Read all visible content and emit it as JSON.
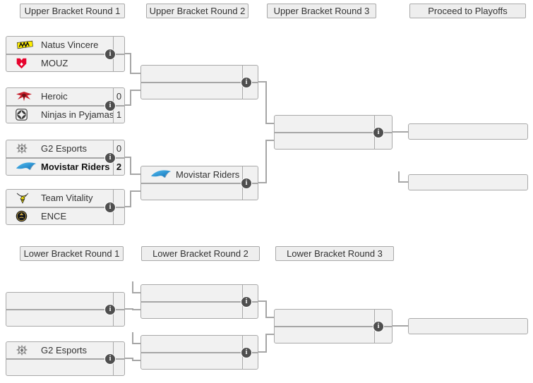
{
  "colors": {
    "background": "#ffffff",
    "box_bg": "#f1f1f1",
    "box_border": "#a9a9a9",
    "connector": "#a6a6a6",
    "header_bg": "#eeeeee",
    "text": "#333333",
    "info_icon_bg": "#4f4f4f",
    "navi_yellow": "#ffee00",
    "mouz_red": "#e6032d",
    "heroic_red": "#c7202c",
    "movistar_blue": "#1d87cc",
    "vitality_yellow": "#ffe900",
    "ence_gold": "#caa53f"
  },
  "icons": {
    "info_glyph": "i"
  },
  "upper_headers": [
    {
      "label": "Upper Bracket Round 1"
    },
    {
      "label": "Upper Bracket Round 2"
    },
    {
      "label": "Upper Bracket Round 3"
    },
    {
      "label": "Proceed to Playoffs"
    }
  ],
  "lower_headers": [
    {
      "label": "Lower Bracket Round 1"
    },
    {
      "label": "Lower Bracket Round 2"
    },
    {
      "label": "Lower Bracket Round 3"
    }
  ],
  "upper_bracket": {
    "round1": [
      {
        "top": {
          "team": "Natus Vincere",
          "score": "",
          "logo": "natus-vincere"
        },
        "bottom": {
          "team": "MOUZ",
          "score": "",
          "logo": "mouz"
        }
      },
      {
        "top": {
          "team": "Heroic",
          "score": "0",
          "logo": "heroic"
        },
        "bottom": {
          "team": "Ninjas in Pyjamas",
          "score": "1",
          "logo": "ninjas-in-pyjamas"
        }
      },
      {
        "top": {
          "team": "G2 Esports",
          "score": "0",
          "logo": "g2-esports"
        },
        "bottom": {
          "team": "Movistar Riders",
          "score": "2",
          "logo": "movistar-riders",
          "winner": true
        }
      },
      {
        "top": {
          "team": "Team Vitality",
          "score": "",
          "logo": "team-vitality"
        },
        "bottom": {
          "team": "ENCE",
          "score": "",
          "logo": "ence"
        }
      }
    ],
    "round2": [
      {
        "top": {
          "team": "",
          "score": ""
        },
        "bottom": {
          "team": "",
          "score": ""
        }
      },
      {
        "top": {
          "team": "Movistar Riders",
          "score": "",
          "logo": "movistar-riders"
        },
        "bottom": {
          "team": "",
          "score": ""
        }
      }
    ],
    "round3": [
      {
        "top": {
          "team": "",
          "score": ""
        },
        "bottom": {
          "team": "",
          "score": ""
        }
      }
    ],
    "playoff_slots": [
      {
        "team": ""
      },
      {
        "team": ""
      }
    ]
  },
  "lower_bracket": {
    "round1": [
      {
        "top": {
          "team": "",
          "score": ""
        },
        "bottom": {
          "team": "",
          "score": ""
        }
      },
      {
        "top": {
          "team": "G2 Esports",
          "score": "",
          "logo": "g2-esports"
        },
        "bottom": {
          "team": "",
          "score": ""
        }
      }
    ],
    "round2": [
      {
        "top": {
          "team": "",
          "score": ""
        },
        "bottom": {
          "team": "",
          "score": ""
        }
      },
      {
        "top": {
          "team": "",
          "score": ""
        },
        "bottom": {
          "team": "",
          "score": ""
        }
      }
    ],
    "round3": [
      {
        "top": {
          "team": "",
          "score": ""
        },
        "bottom": {
          "team": "",
          "score": ""
        }
      }
    ],
    "winner_slot": {
      "team": ""
    }
  }
}
